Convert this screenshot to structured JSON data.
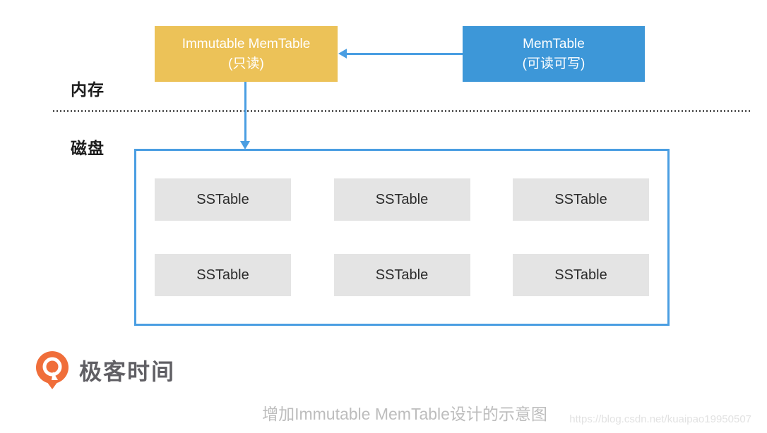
{
  "labels": {
    "memory": "内存",
    "disk": "磁盘"
  },
  "memory_boxes": {
    "immutable": {
      "title": "Immutable MemTable",
      "subtitle": "(只读)"
    },
    "memtable": {
      "title": "MemTable",
      "subtitle": "(可读可写)"
    }
  },
  "disk_area": {
    "sstables": [
      "SSTable",
      "SSTable",
      "SSTable",
      "SSTable",
      "SSTable",
      "SSTable"
    ]
  },
  "logo": {
    "text": "极客时间"
  },
  "caption": "增加Immutable MemTable设计的示意图",
  "watermark": "https://blog.csdn.net/kuaipao19950507",
  "colors": {
    "box-yellow": "#ecc258",
    "box-blue": "#3d97d8",
    "arrow-blue": "#4a9ee2",
    "gray-box": "#e4e4e4",
    "dot-color": "#5c5c5c",
    "logo-orange": "#f06e3a"
  }
}
